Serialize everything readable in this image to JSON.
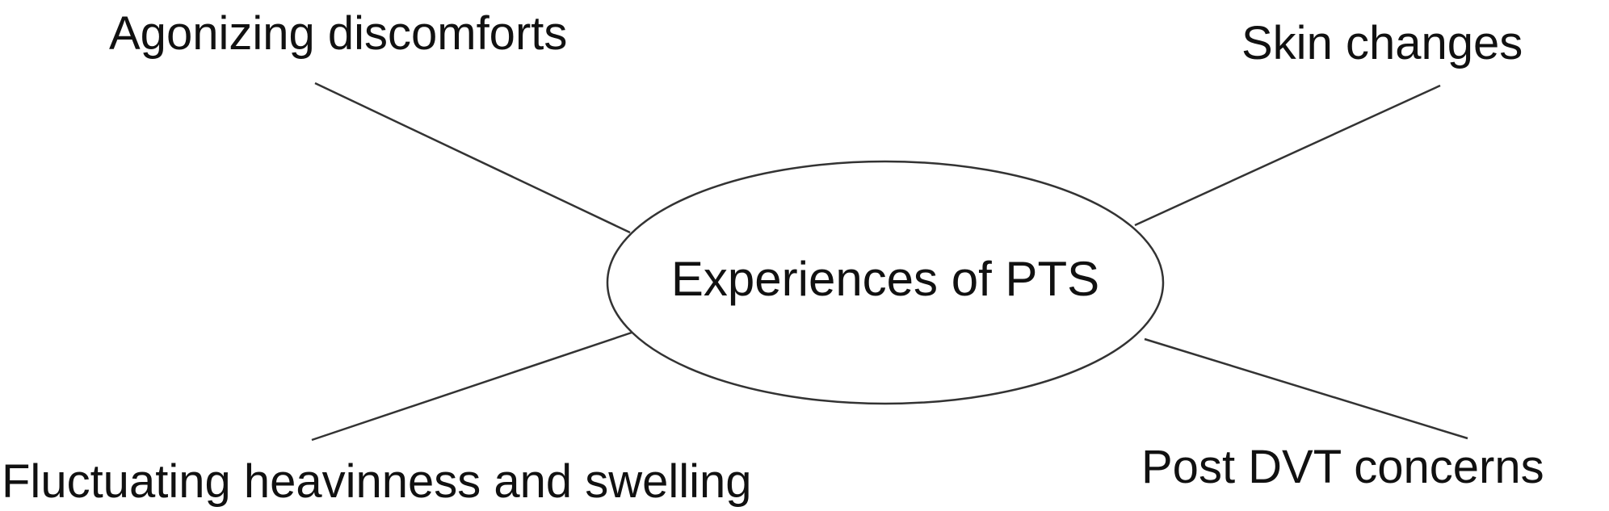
{
  "diagram": {
    "center": "Experiences of PTS",
    "branches": {
      "top_left": "Agonizing discomforts",
      "top_right": "Skin changes",
      "bottom_left": "Fluctuating heavinness and swelling",
      "bottom_right": "Post DVT concerns"
    },
    "colors": {
      "stroke": "#333333",
      "text": "#111111",
      "background": "#ffffff"
    }
  }
}
